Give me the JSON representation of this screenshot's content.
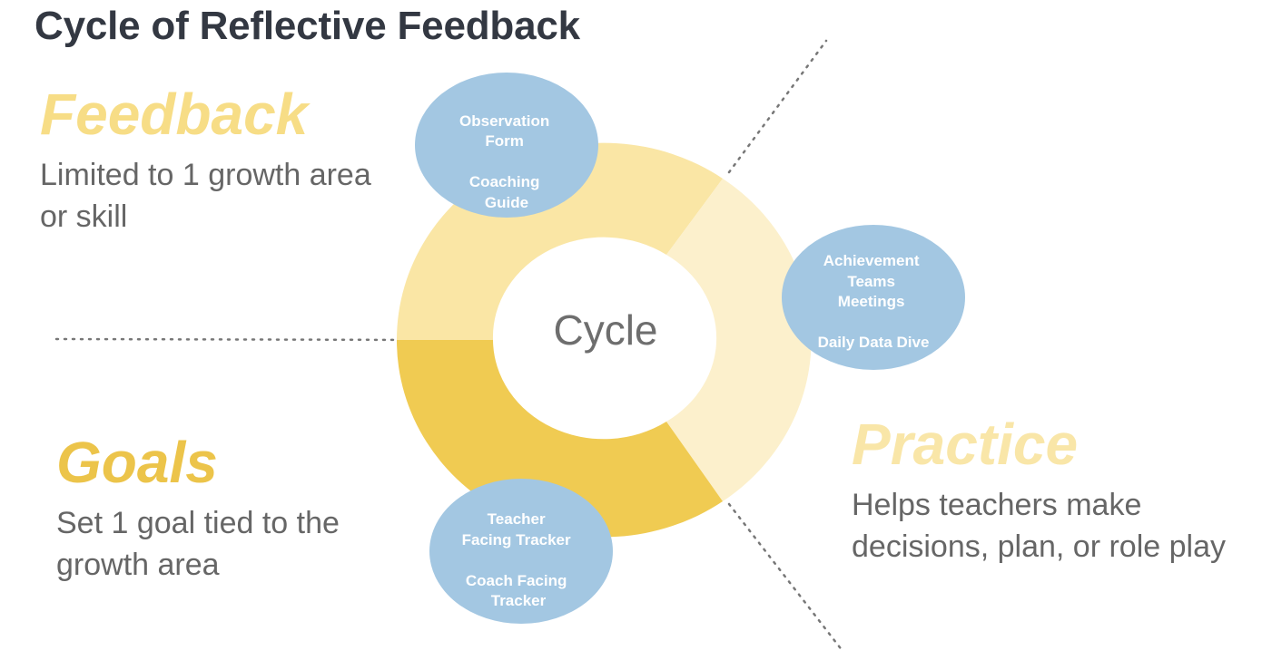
{
  "title": "Cycle of Reflective Feedback",
  "center_label": "Cycle",
  "sections": {
    "feedback": {
      "heading": "Feedback",
      "description": "Limited to 1 growth area or skill",
      "color": "#f7dd86"
    },
    "goals": {
      "heading": "Goals",
      "description": "Set 1 goal tied to the growth area",
      "color": "#ecc44a"
    },
    "practice": {
      "heading": "Practice",
      "description": "Helps teachers make decisions, plan, or role play",
      "color": "#f9e6a8"
    }
  },
  "bubbles": {
    "feedback": {
      "lines": [
        "Observation",
        "Form",
        "",
        "Coaching",
        "Guide"
      ]
    },
    "practice": {
      "lines": [
        "Achievement",
        "Teams",
        "Meetings",
        "",
        "Daily Data Dive"
      ]
    },
    "goals": {
      "lines": [
        "Teacher",
        "Facing Tracker",
        "",
        "Coach Facing",
        "Tracker"
      ]
    }
  },
  "colors": {
    "ring_feedback": "#fae6a5",
    "ring_practice": "#fcf0cc",
    "ring_goals": "#f0cb52",
    "bubble": "#a3c7e2",
    "dotted_line": "#777777"
  }
}
